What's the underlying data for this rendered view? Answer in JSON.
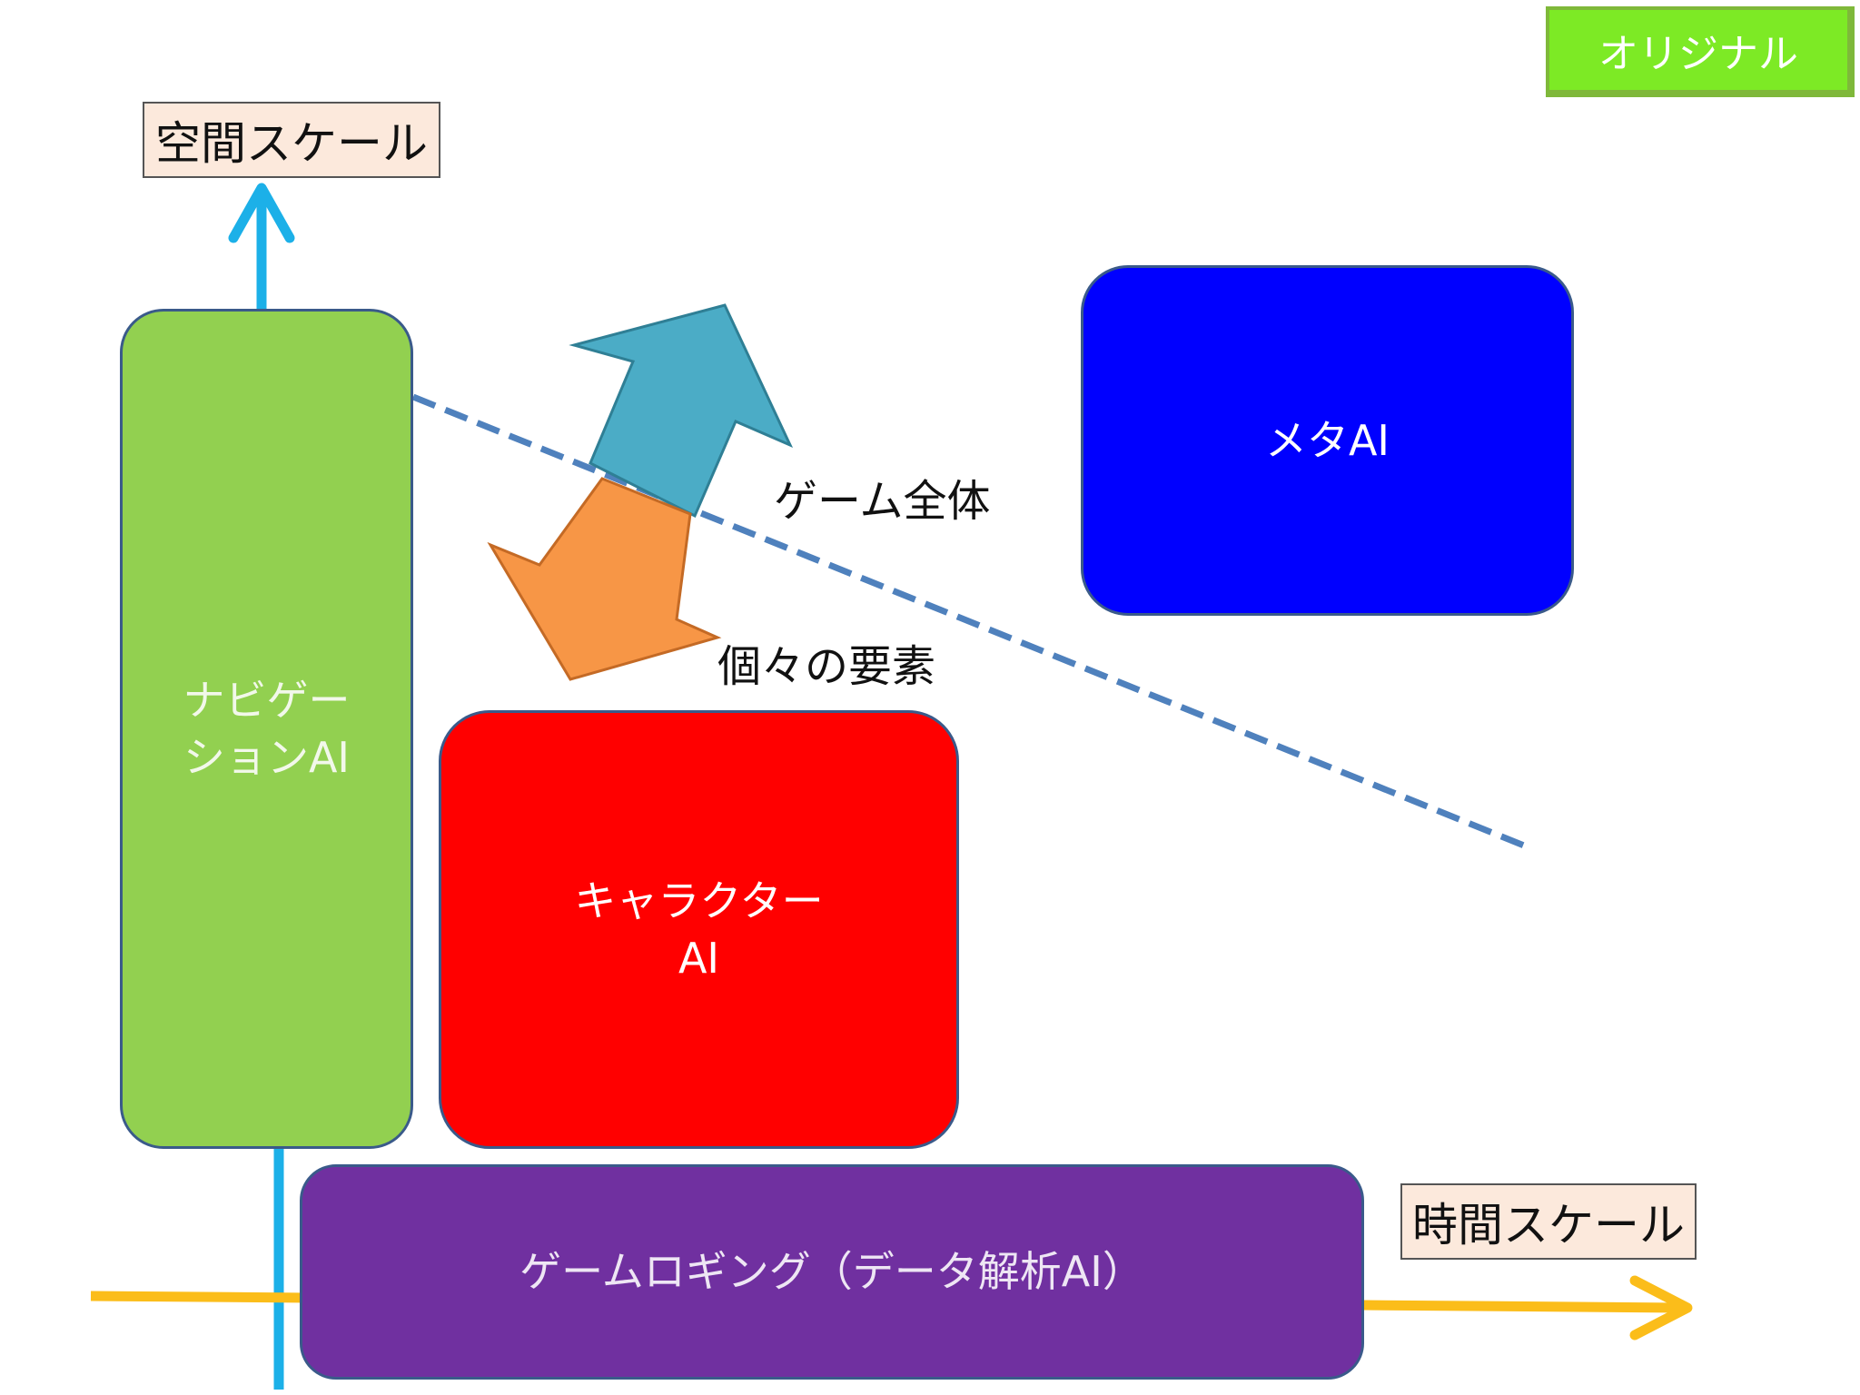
{
  "badge": {
    "label": "オリジナル"
  },
  "axes": {
    "y_label": "空間スケール",
    "x_label": "時間スケール"
  },
  "boxes": {
    "navigation": {
      "line1": "ナビゲー",
      "line2": "ションAI"
    },
    "meta": {
      "label": "メタAI"
    },
    "character": {
      "line1": "キャラクター",
      "line2": "AI"
    },
    "logging": {
      "label": "ゲームロギング（データ解析AI）"
    }
  },
  "annotations": {
    "up_arrow": "ゲーム全体",
    "down_arrow": "個々の要素"
  },
  "colors": {
    "navigation": "#92d050",
    "meta": "#0000ff",
    "character": "#ff0000",
    "logging": "#7030a0",
    "y_axis": "#1cb0e8",
    "x_axis": "#fbbd1a",
    "up_arrow": "#4bacc6",
    "down_arrow": "#f79646",
    "dashed_line": "#4f81bd"
  }
}
